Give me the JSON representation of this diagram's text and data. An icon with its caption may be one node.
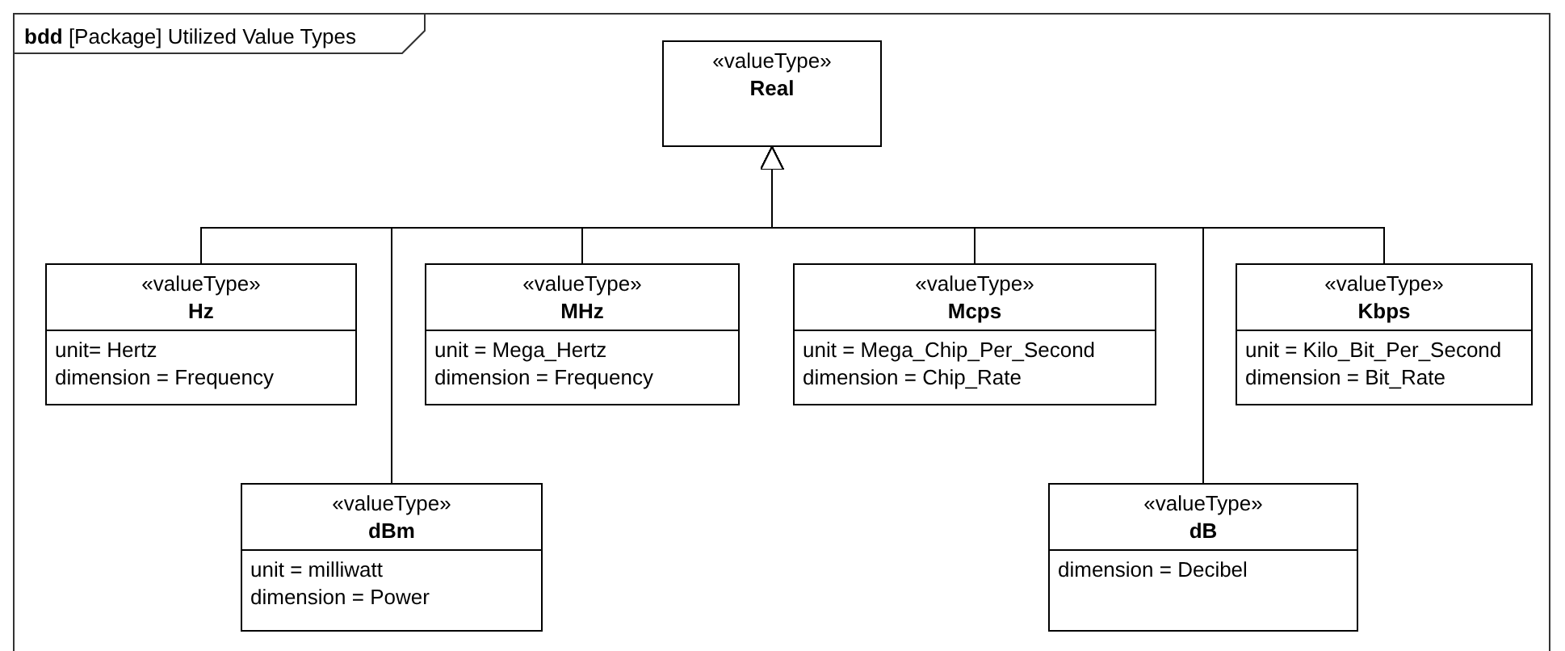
{
  "diagram": {
    "nodes": [
      {
        "text": [
          "**bdd** [Package] Utilized Value Types"
        ]
      },
      {
        "text": [
          "«valueType»",
          "Real"
        ],
        "in": 0
      },
      {
        "text": [
          "«valueType»",
          "Hz",
          "unit= Hertz",
          "dimension = Frequency"
        ],
        "in": 0
      },
      {
        "text": [
          "«valueType»",
          "dBm",
          "unit = milliwatt",
          "dimension = Power"
        ],
        "in": 0
      },
      {
        "text": [
          "«valueType»",
          "MHz",
          "unit = Mega_Hertz",
          "dimension = Frequency"
        ],
        "in": 0
      },
      {
        "text": [
          "«valueType»",
          "Mcps",
          "unit = Mega_Chip_Per_Second",
          "dimension = Chip_Rate"
        ],
        "in": 0
      },
      {
        "text": [
          "«valueType»",
          "dB",
          "dimension = Decibel"
        ],
        "in": 0
      },
      {
        "text": [
          "«valueType»",
          "Kbps",
          "unit = Kilo_Bit_Per_Second",
          "dimension = Bit_Rate"
        ],
        "in": 0
      }
    ],
    "edges": [
      {
        "from": 2,
        "to": 1,
        "arrow": "to"
      },
      {
        "from": 3,
        "to": 1,
        "arrow": "to"
      },
      {
        "from": 4,
        "to": 1,
        "arrow": "to"
      },
      {
        "from": 5,
        "to": 1,
        "arrow": "to"
      },
      {
        "from": 6,
        "to": 1,
        "arrow": "to"
      },
      {
        "from": 7,
        "to": 1,
        "arrow": "to"
      }
    ]
  }
}
